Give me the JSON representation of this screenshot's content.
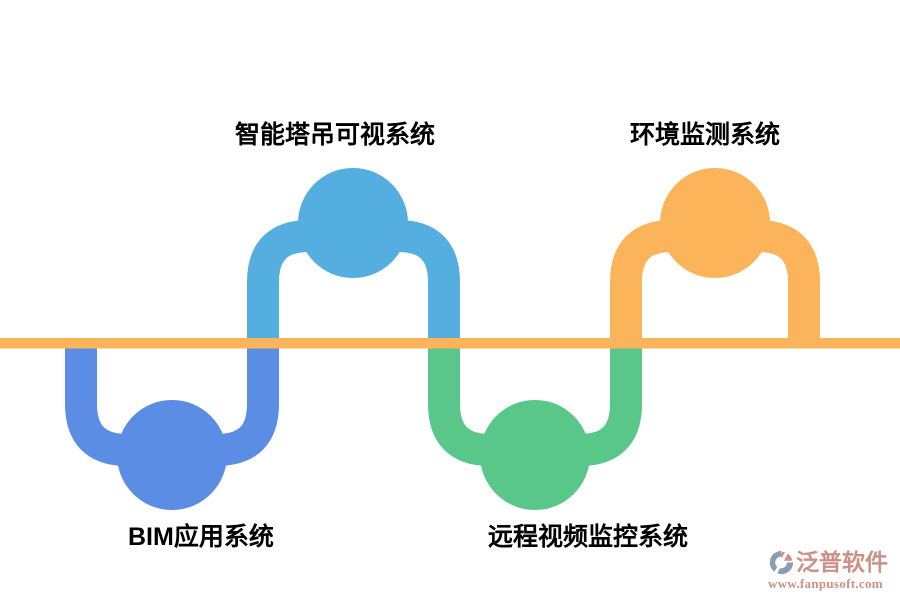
{
  "diagram": {
    "type": "process-wave",
    "baseline": {
      "color": "#FBB459"
    },
    "nodes": [
      {
        "id": "tower-crane",
        "label": "智能塔吊可视系统",
        "color": "#55AEE0",
        "position": "top"
      },
      {
        "id": "environment",
        "label": "环境监测系统",
        "color": "#FBB459",
        "position": "top"
      },
      {
        "id": "bim",
        "label": "BIM应用系统",
        "color": "#5B8DE4",
        "position": "bottom"
      },
      {
        "id": "remote-video",
        "label": "远程视频监控系统",
        "color": "#58C789",
        "position": "bottom"
      }
    ]
  },
  "watermark": {
    "brand": "泛普软件",
    "url": "www.fanpusoft.com",
    "text_color": "#C98B80",
    "mark_blue": "#8C9CB5",
    "mark_salmon": "#D4907E"
  }
}
